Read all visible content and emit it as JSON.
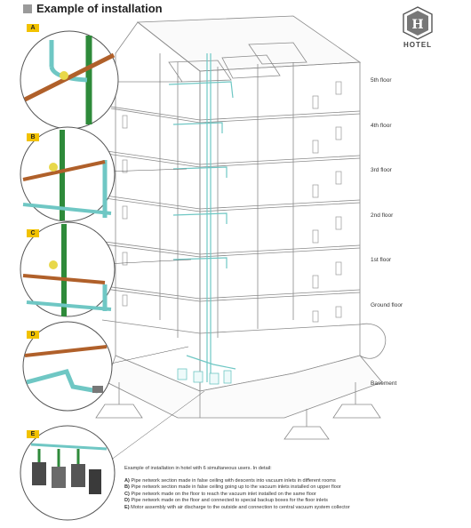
{
  "title": "Example of installation",
  "logo": {
    "letter": "H",
    "text": "HOTEL"
  },
  "detail_tags": [
    "A",
    "B",
    "C",
    "D",
    "E"
  ],
  "floors": [
    "5th floor",
    "4th floor",
    "3rd floor",
    "2nd floor",
    "1st floor",
    "Ground floor",
    "Basement"
  ],
  "caption": {
    "intro": "Example of installation in hotel with 6 simultaneous users. In detail:",
    "items": [
      {
        "key": "A)",
        "text": "Pipe network section made in false ceiling with descents into vacuum inlets in different rooms"
      },
      {
        "key": "B)",
        "text": "Pipe network section made in false ceiling going up to the vacuum inlets installed on upper floor"
      },
      {
        "key": "C)",
        "text": "Pipe network made on the floor to reach the vacuum inlet installed on the same floor"
      },
      {
        "key": "D)",
        "text": "Pipe network made on the floor and connected to special backup boxes for the floor inlets"
      },
      {
        "key": "E)",
        "text": "Motor assembly with air discharge to the outside and connection to central vacuum system collector"
      }
    ]
  },
  "colors": {
    "tag": "#f2c200",
    "pipe_green": "#2e8a3a",
    "pipe_cyan": "#6fc7c4",
    "pipe_brown": "#b0602a",
    "line": "#777777"
  }
}
